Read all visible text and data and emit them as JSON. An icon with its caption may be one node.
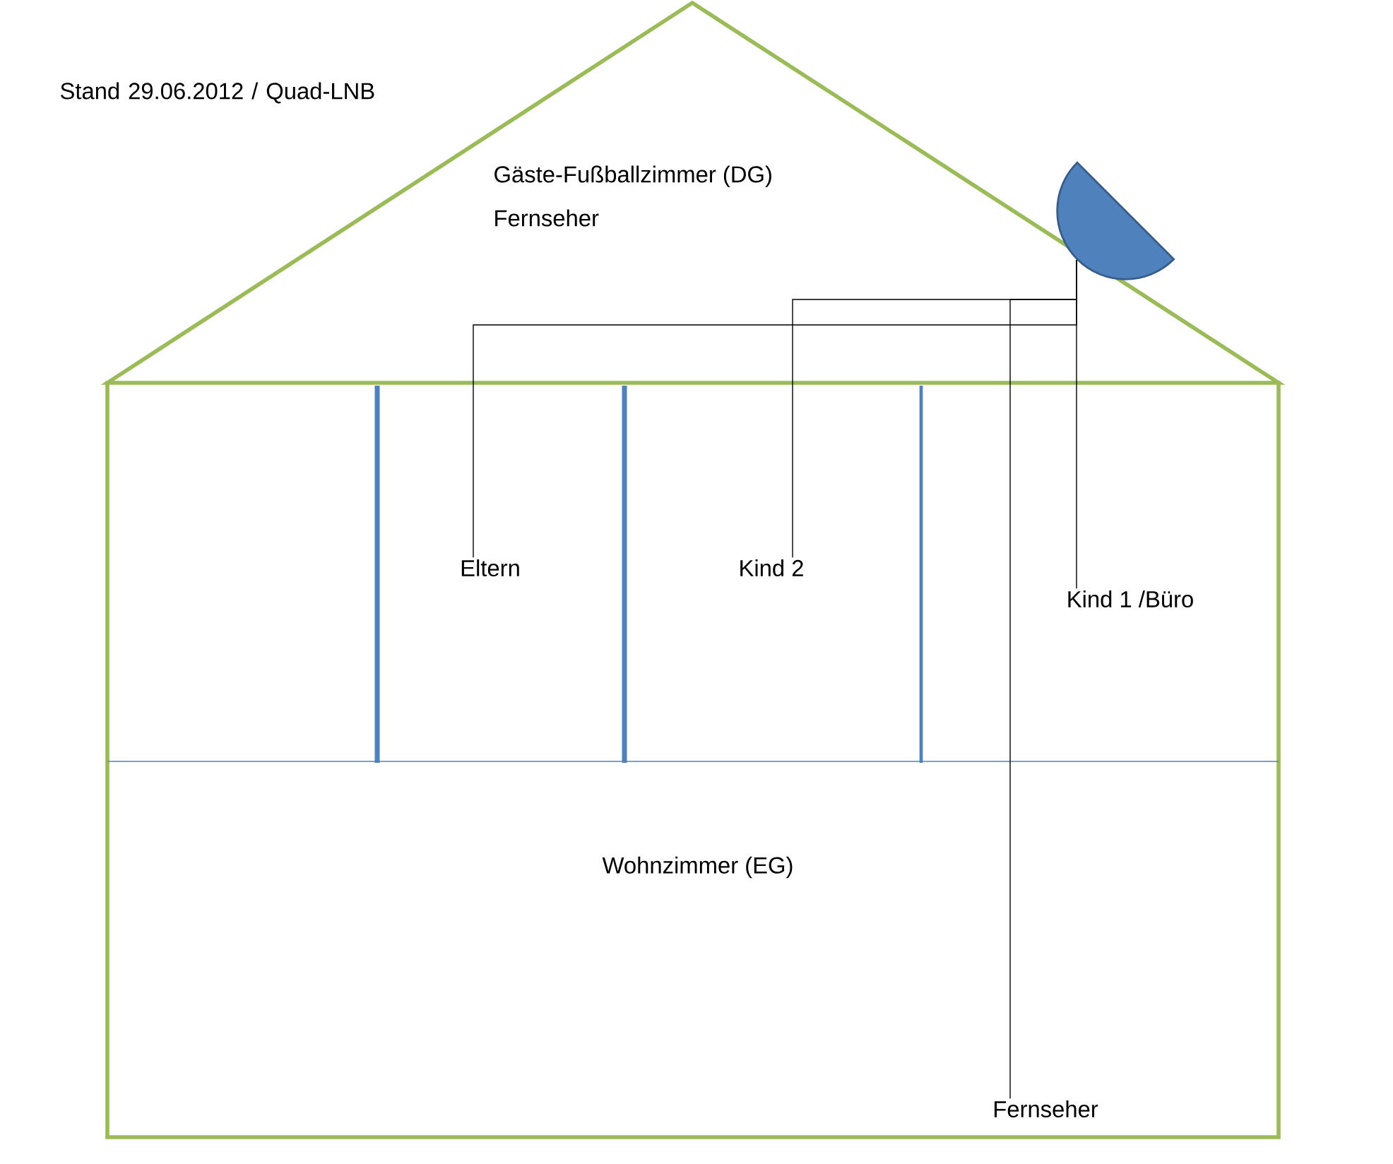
{
  "diagram": {
    "nodes": [
      {
        "text": [],
        "shape": "dish"
      },
      {
        "text": [
          "Eltern"
        ]
      },
      {
        "text": [
          "Kind 2"
        ]
      },
      {
        "text": [
          "Kind 1 /Büro"
        ]
      },
      {
        "text": [
          "Fernseher"
        ]
      }
    ],
    "edges": [
      {
        "from": 0,
        "to": 1,
        "arrow": "none"
      },
      {
        "from": 0,
        "to": 2,
        "arrow": "none"
      },
      {
        "from": 0,
        "to": 3,
        "arrow": "none"
      },
      {
        "from": 0,
        "to": 4,
        "arrow": "none"
      }
    ],
    "labels": [
      "Stand 29.06.2012 / Quad-LNB",
      "Gäste-Fußballzimmer (DG)",
      "Fernseher",
      "Wohnzimmer (EG)"
    ]
  }
}
